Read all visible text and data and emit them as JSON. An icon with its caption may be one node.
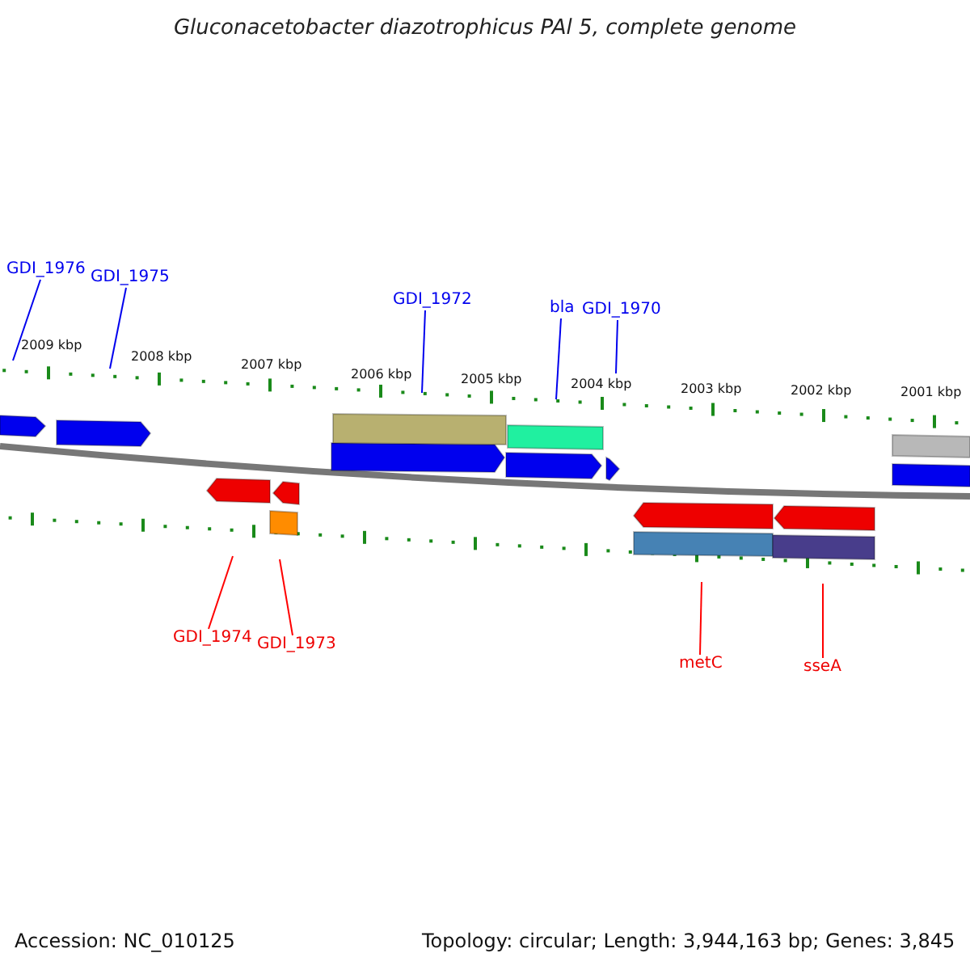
{
  "diagram": {
    "title": "Gluconacetobacter diazotrophicus PAl 5, complete genome",
    "nodes": [
      {
        "text": [
          "GDI_1976"
        ]
      },
      {
        "text": [
          "GDI_1975"
        ]
      },
      {
        "text": [
          "GDI_1972"
        ]
      },
      {
        "text": [
          "bla"
        ]
      },
      {
        "text": [
          "GDI_1970"
        ]
      },
      {
        "text": [
          "GDI_1974"
        ]
      },
      {
        "text": [
          "GDI_1973"
        ]
      },
      {
        "text": [
          "metC"
        ]
      },
      {
        "text": [
          "sseA"
        ]
      },
      {
        "text": [],
        "shape": "picture"
      }
    ],
    "edges": [
      {
        "from": 0,
        "to": 9,
        "arrow": "none"
      },
      {
        "from": 1,
        "to": 9,
        "arrow": "none"
      },
      {
        "from": 2,
        "to": 9,
        "arrow": "none"
      },
      {
        "from": 3,
        "to": 9,
        "arrow": "none"
      },
      {
        "from": 4,
        "to": 9,
        "arrow": "none"
      },
      {
        "from": 5,
        "to": 9,
        "arrow": "none",
        "color": "#ff0000"
      },
      {
        "from": 6,
        "to": 9,
        "arrow": "none",
        "color": "#ff0000"
      },
      {
        "from": 7,
        "to": 9,
        "arrow": "none",
        "color": "#ff0000"
      },
      {
        "from": 8,
        "to": 9,
        "arrow": "none",
        "color": "#ff0000"
      }
    ],
    "labels": [
      "2009 kbp",
      "2008 kbp",
      "2007 kbp",
      "2006 kbp",
      "2005 kbp",
      "2004 kbp",
      "2003 kbp",
      "2002 kbp",
      "2001 kbp",
      "Accession: NC_010125",
      "Topology: circular; Length: 3,944,163 bp; Genes: 3,845"
    ]
  }
}
